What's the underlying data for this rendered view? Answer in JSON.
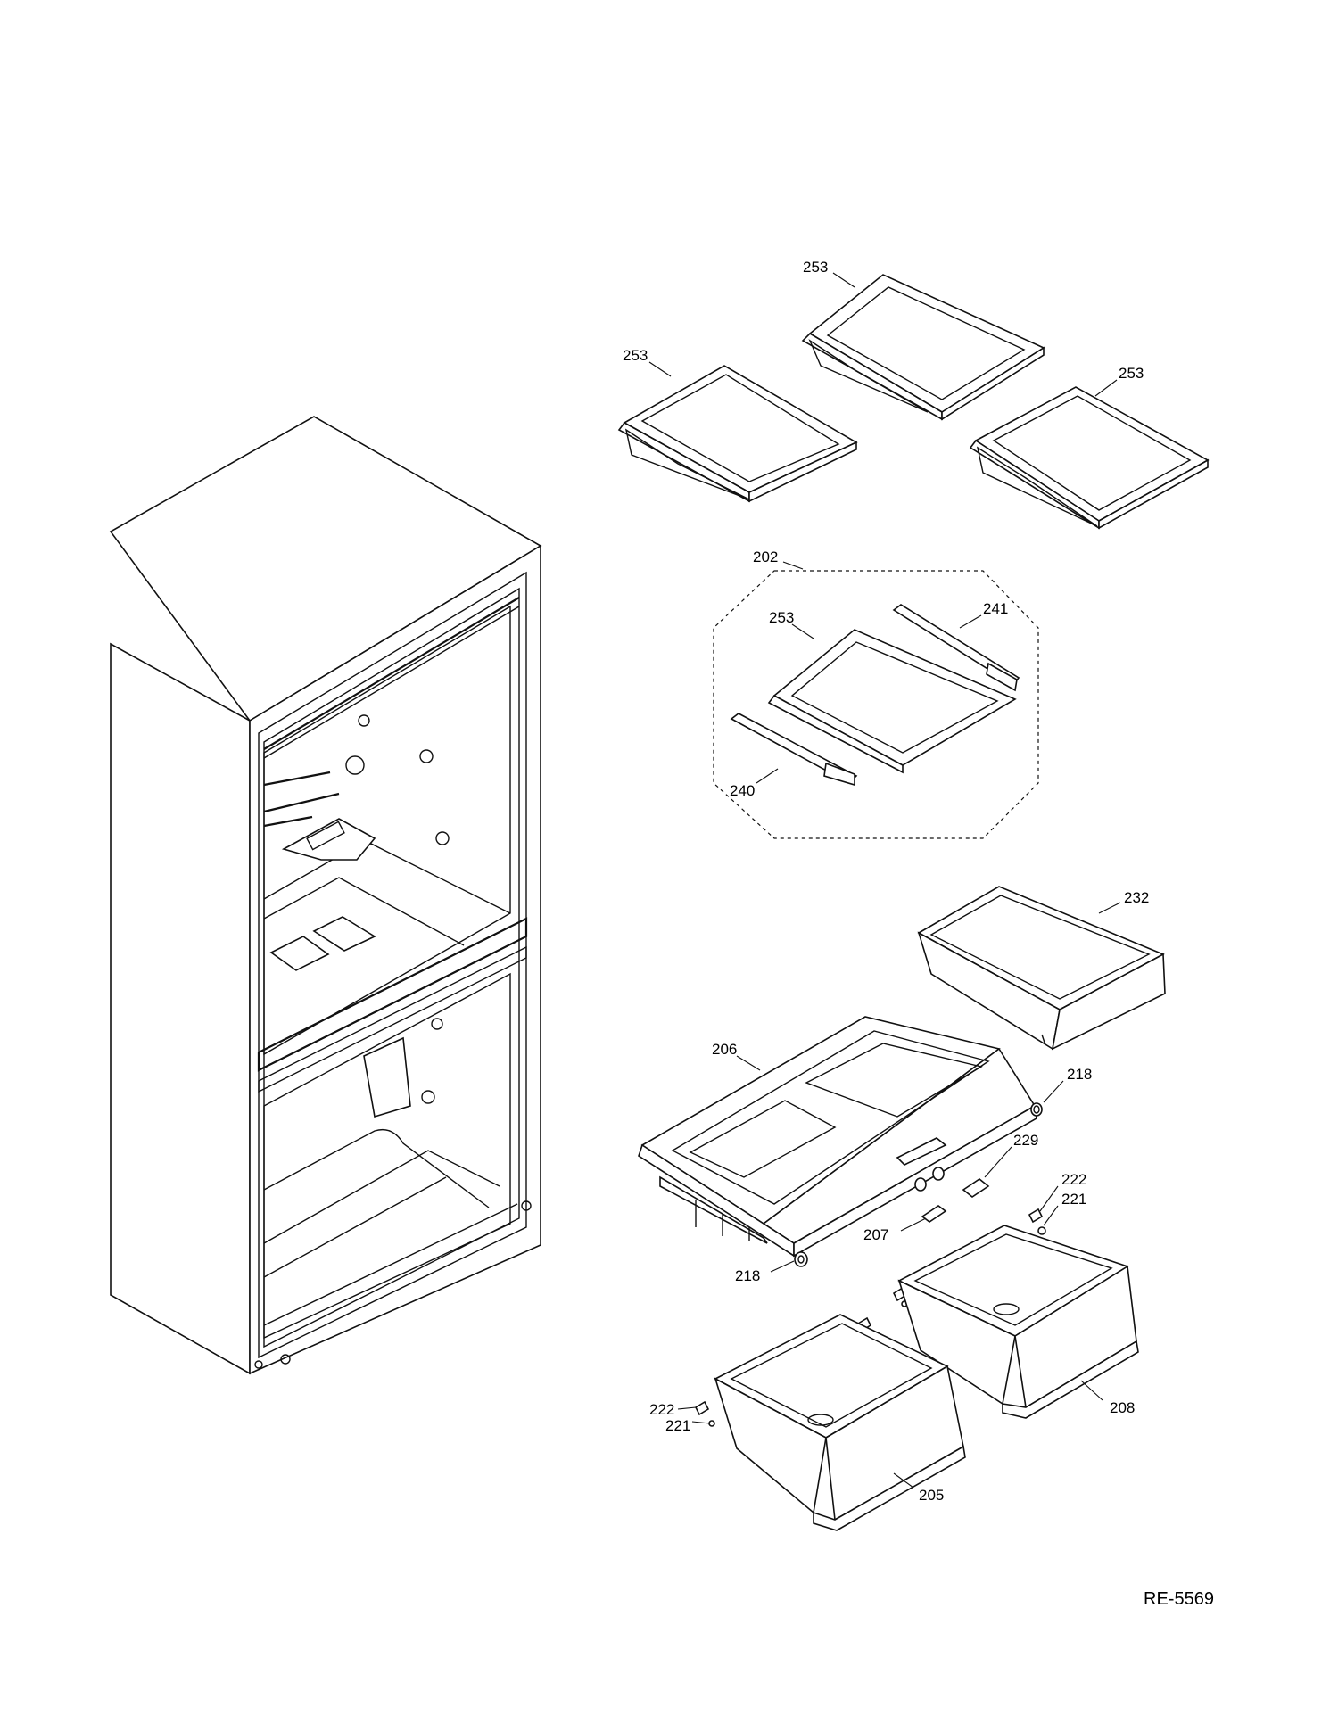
{
  "diagram": {
    "part_labels": {
      "shelf_top_center": "253",
      "shelf_top_left": "253",
      "shelf_top_right": "253",
      "shelf_assembly": "202",
      "shelf_assembly_glass": "253",
      "rail_right": "241",
      "rail_left": "240",
      "pan_top": "232",
      "crisper_cover": "206",
      "roller_right": "218",
      "roller_left": "218",
      "hinge_right": "229",
      "hinge_left": "207",
      "slide_cap_right": "222",
      "slide_pin_right": "221",
      "slide_cap_left": "222",
      "slide_pin_left": "221",
      "drawer_right": "208",
      "drawer_left": "205"
    },
    "reference_code": "RE-5569"
  }
}
